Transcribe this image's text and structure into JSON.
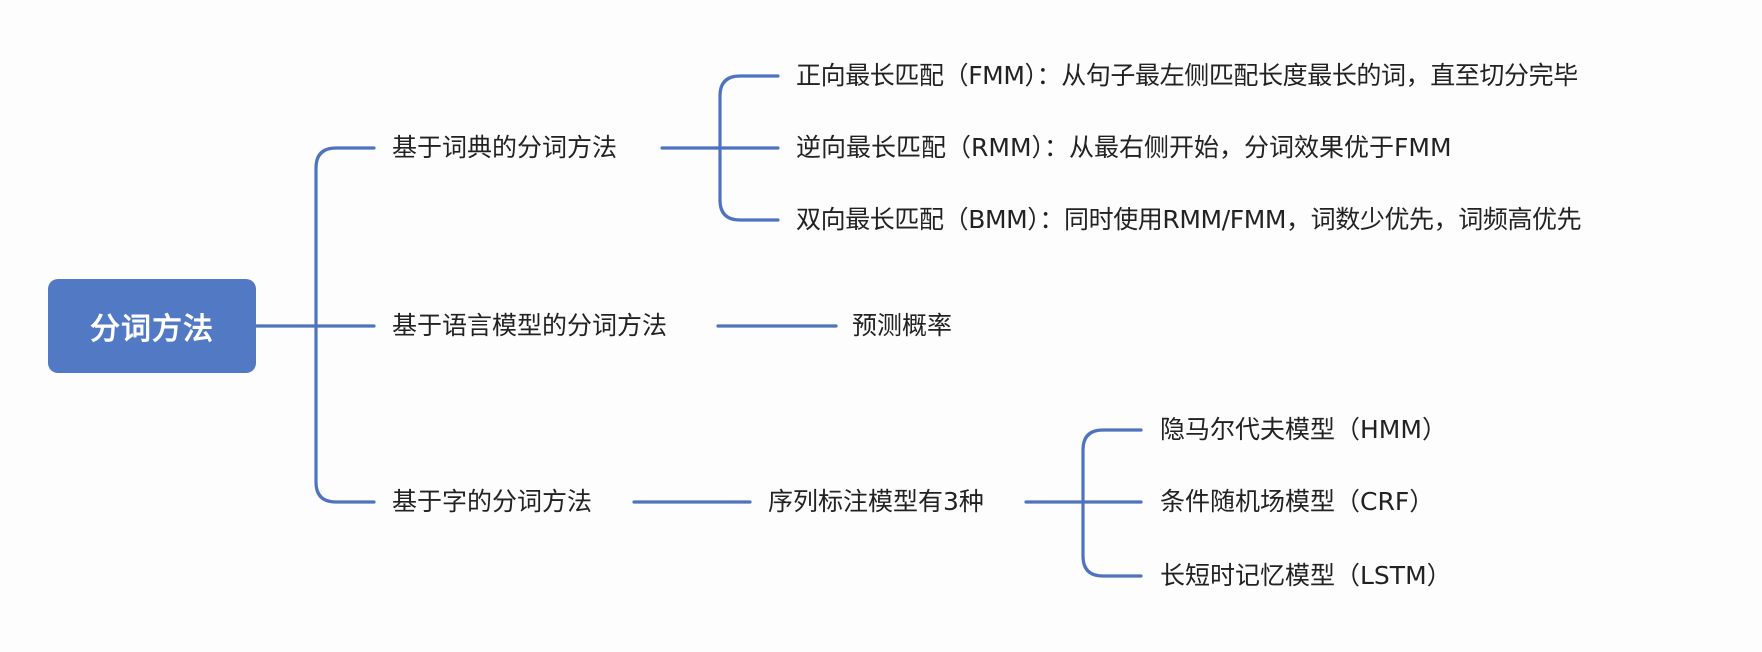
{
  "root": {
    "label": "分词方法"
  },
  "branches": [
    {
      "label": "基于词典的分词方法",
      "children": [
        "正向最长匹配（FMM）：从句子最左侧匹配长度最长的词，直至切分完毕",
        "逆向最长匹配（RMM）：从最右侧开始，分词效果优于FMM",
        "双向最长匹配（BMM）：同时使用RMM/FMM，词数少优先，词频高优先"
      ]
    },
    {
      "label": "基于语言模型的分词方法",
      "children": [
        "预测概率"
      ]
    },
    {
      "label": "基于字的分词方法",
      "middle": "序列标注模型有3种",
      "children": [
        "隐马尔代夫模型（HMM）",
        "条件随机场模型（CRF）",
        "长短时记忆模型（LSTM）"
      ]
    }
  ],
  "colors": {
    "accent": "#4f73bd",
    "root_fill": "#5279c4",
    "text": "#222222"
  }
}
